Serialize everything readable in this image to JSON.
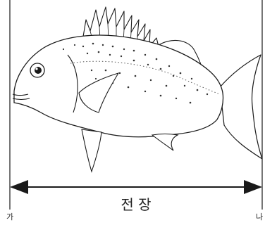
{
  "labels": {
    "length": "전 장",
    "left_end": "가",
    "right_end": "나"
  },
  "colors": {
    "line": "#1a1a1a",
    "background": "#ffffff"
  }
}
